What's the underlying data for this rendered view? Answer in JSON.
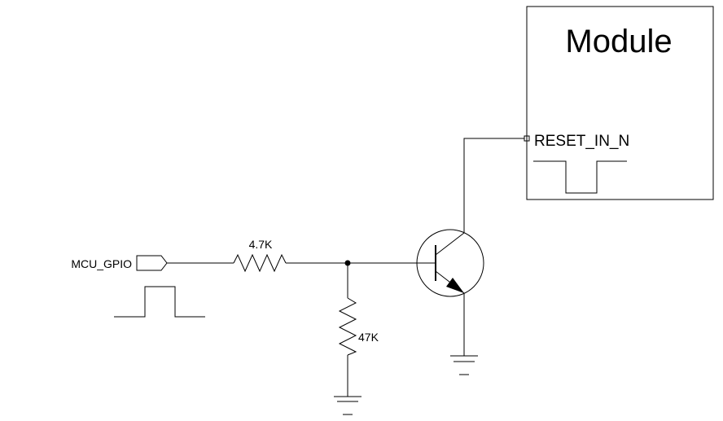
{
  "module": {
    "title": "Module",
    "pin_label": "RESET_IN_N"
  },
  "input": {
    "port_label": "MCU_GPIO"
  },
  "components": {
    "series_resistor": "4.7K",
    "pulldown_resistor": "47K"
  },
  "colors": {
    "line": "#000000",
    "background": "#ffffff"
  }
}
